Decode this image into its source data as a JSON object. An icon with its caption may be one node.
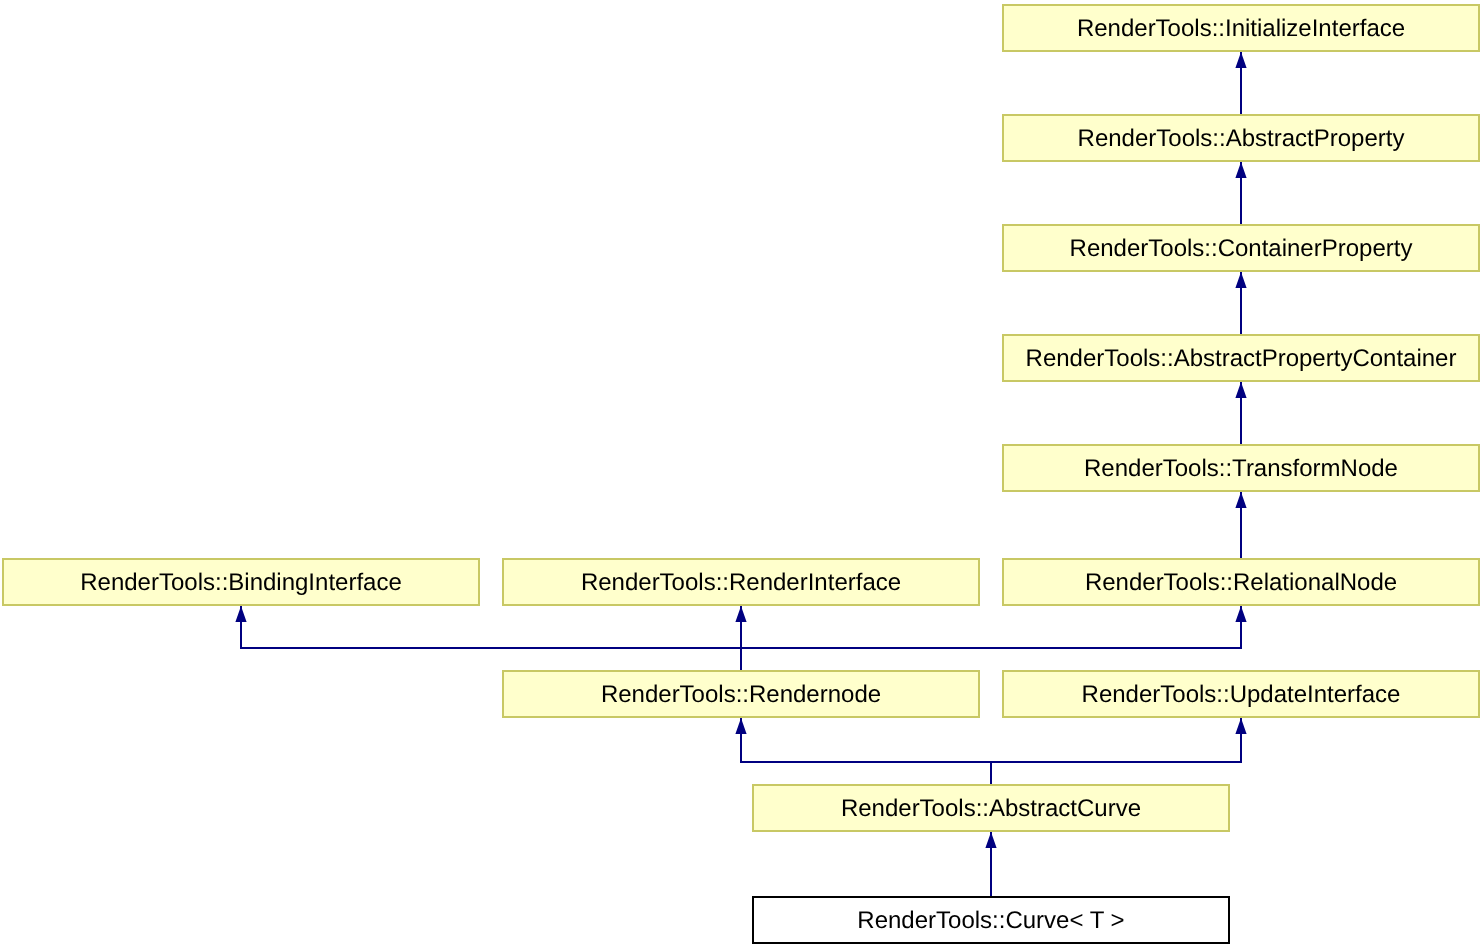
{
  "diagram": {
    "nodes": [
      {
        "text": [
          "RenderTools::InitializeInterface"
        ]
      },
      {
        "text": [
          "RenderTools::AbstractProperty"
        ]
      },
      {
        "text": [
          "RenderTools::ContainerProperty"
        ]
      },
      {
        "text": [
          "RenderTools::AbstractPropertyContainer"
        ]
      },
      {
        "text": [
          "RenderTools::TransformNode"
        ]
      },
      {
        "text": [
          "RenderTools::BindingInterface"
        ]
      },
      {
        "text": [
          "RenderTools::RenderInterface"
        ]
      },
      {
        "text": [
          "RenderTools::RelationalNode"
        ]
      },
      {
        "text": [
          "RenderTools::Rendernode"
        ]
      },
      {
        "text": [
          "RenderTools::UpdateInterface"
        ]
      },
      {
        "text": [
          "RenderTools::AbstractCurve"
        ]
      },
      {
        "text": [
          "RenderTools::Curve< T >"
        ]
      }
    ],
    "edges": [
      {
        "from": 1,
        "to": 0,
        "arrow": "to"
      },
      {
        "from": 2,
        "to": 1,
        "arrow": "to"
      },
      {
        "from": 3,
        "to": 2,
        "arrow": "to"
      },
      {
        "from": 4,
        "to": 3,
        "arrow": "to"
      },
      {
        "from": 7,
        "to": 4,
        "arrow": "to"
      },
      {
        "from": 8,
        "to": 5,
        "arrow": "to"
      },
      {
        "from": 8,
        "to": 6,
        "arrow": "to"
      },
      {
        "from": 8,
        "to": 7,
        "arrow": "to"
      },
      {
        "from": 10,
        "to": 8,
        "arrow": "to"
      },
      {
        "from": 10,
        "to": 9,
        "arrow": "to"
      },
      {
        "from": 11,
        "to": 10,
        "arrow": "to"
      }
    ]
  }
}
